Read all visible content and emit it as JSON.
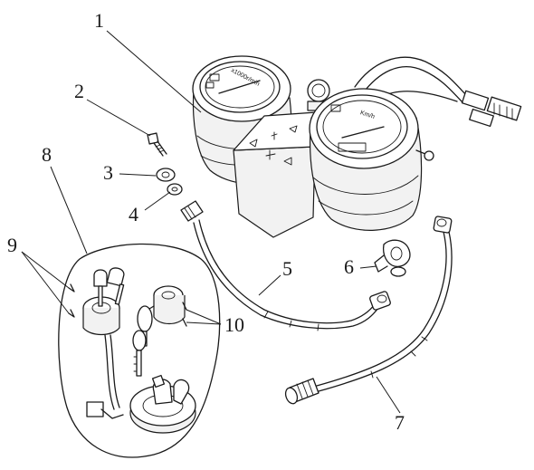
{
  "diagram": {
    "callouts": [
      {
        "id": "1",
        "label": "1"
      },
      {
        "id": "2",
        "label": "2"
      },
      {
        "id": "3",
        "label": "3"
      },
      {
        "id": "4",
        "label": "4"
      },
      {
        "id": "5",
        "label": "5"
      },
      {
        "id": "6",
        "label": "6"
      },
      {
        "id": "7",
        "label": "7"
      },
      {
        "id": "8",
        "label": "8"
      },
      {
        "id": "9",
        "label": "9"
      },
      {
        "id": "10",
        "label": "10"
      }
    ],
    "gauge_labels": {
      "speedometer_unit": "Km/h",
      "tachometer_unit": "x1000r/min"
    }
  }
}
